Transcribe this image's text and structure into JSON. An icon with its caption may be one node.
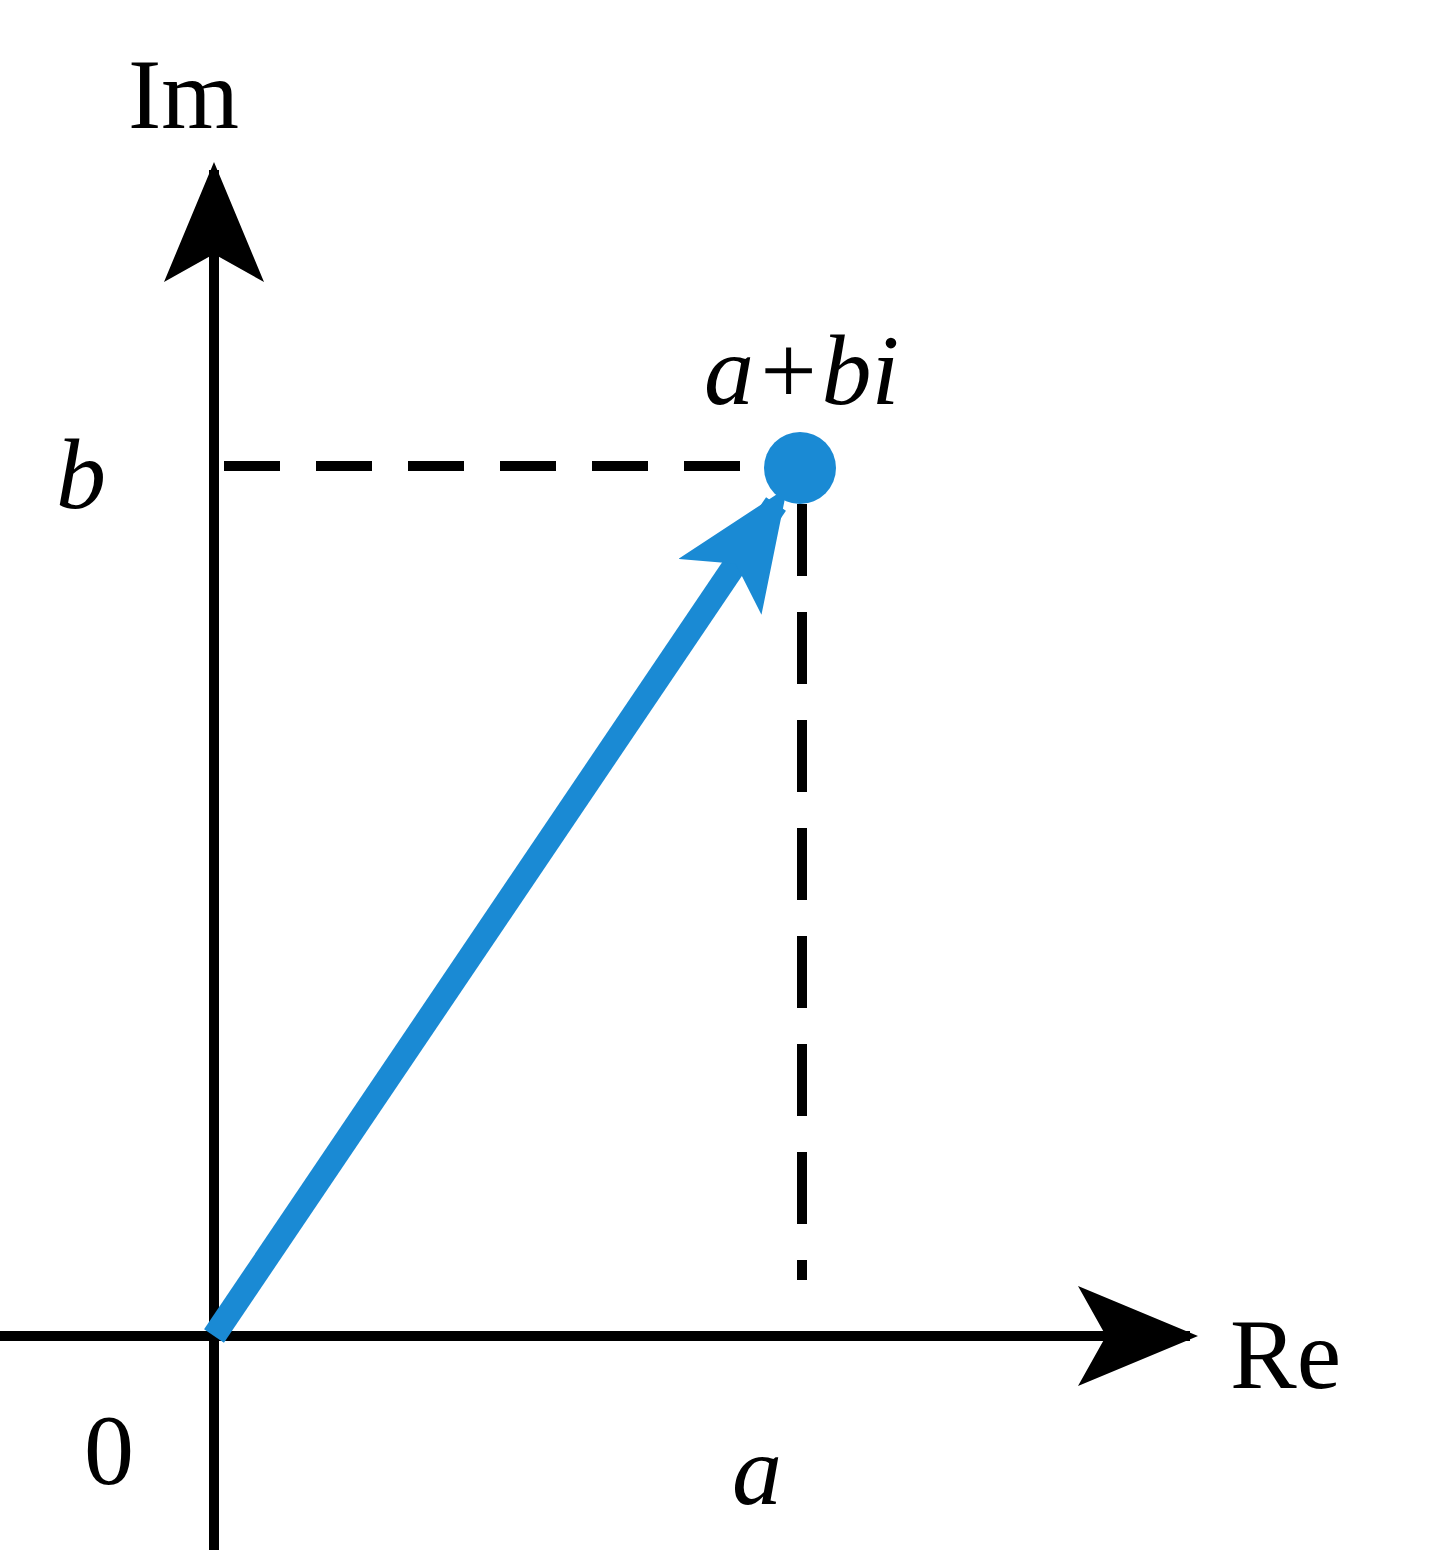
{
  "diagram": {
    "labels": [
      "Im",
      "a+bi",
      "b",
      "Re",
      "0",
      "a"
    ]
  }
}
